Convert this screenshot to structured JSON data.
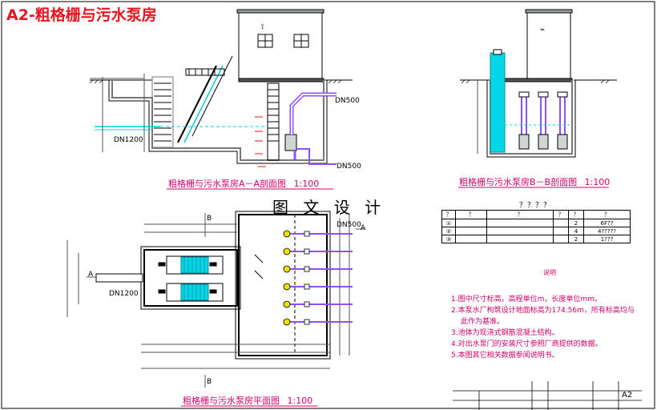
{
  "sheet_title": "A2-粗格栅与污水泵房",
  "watermark": "图 文 设 计",
  "captions": {
    "section_aa": "粗格栅与污水泵房A－A剖面图",
    "section_aa_scale": "1:100",
    "section_bb": "粗格栅与污水泵房B－B剖面图",
    "section_bb_scale": "1:100",
    "plan": "粗格栅与污水泵房平面图",
    "plan_scale": "1:100"
  },
  "pipe_labels": {
    "outlet_top": "DN500",
    "outlet_mid": "DN500",
    "inlet_section": "DN1200",
    "inlet_plan": "DN1200",
    "outlet_plan": "DN500"
  },
  "section_marks": {
    "a_left": "A",
    "a_right": "A",
    "b_top": "B",
    "b_bottom": "B"
  },
  "equipment_table": {
    "title": "？？？？",
    "headers": [
      "？",
      "？",
      "？",
      "？",
      "？",
      "？"
    ],
    "rows": [
      {
        "no": "①",
        "name": "",
        "spec": "",
        "unit": "",
        "qty": "2",
        "note": "6F??"
      },
      {
        "no": "②",
        "name": "",
        "spec": "",
        "unit": "",
        "qty": "4",
        "note": "4?????"
      },
      {
        "no": "③",
        "name": "",
        "spec": "",
        "unit": "",
        "qty": "2",
        "note": "1???"
      }
    ]
  },
  "notes": {
    "title": "说明",
    "items": [
      "1.图中尺寸标高，高程单位m，长度单位mm。",
      "2.本泵水厂构筑设计地面标高为174.56m，所有标高均与",
      "此作为基准。",
      "3.池体为现浇式钢筋混凝土结构。",
      "4.对出水泵门的安装尺寸参照厂商提供的数据。",
      "5.本图其它相关数据参阅说明书。"
    ]
  },
  "title_block": {
    "drawing_no": "A2"
  },
  "colors": {
    "title_red": "#e8141e",
    "caption_magenta": "#d4006a",
    "water_cyan": "#00d8e8",
    "pipe_violet": "#8c50ff",
    "concrete_gray": "#9aa0a0",
    "pump_yellow": "#f0e000"
  }
}
